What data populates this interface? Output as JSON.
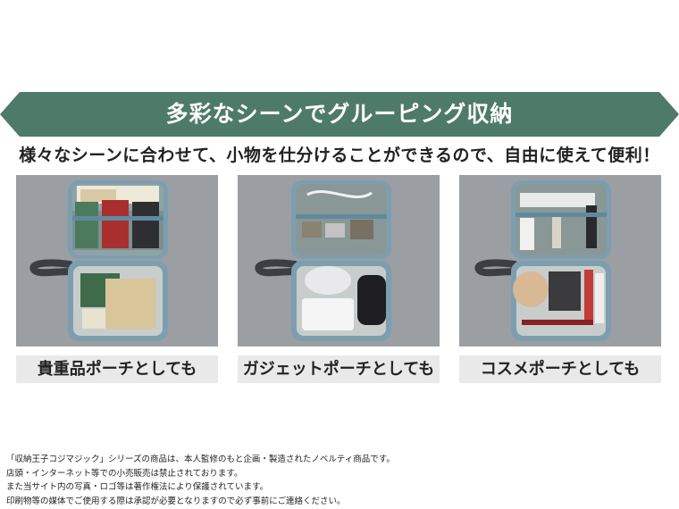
{
  "banner": {
    "title": "多彩なシーンでグルーピング収納",
    "color": "#4e7a6a"
  },
  "subtitle": "様々なシーンに合わせて、小物を仕分けることができるので、自由に使えて便利！",
  "scenes": [
    {
      "label": "貴重品ポーチとしても",
      "image": "valuables-pouch-photo"
    },
    {
      "label": "ガジェットポーチとしても",
      "image": "gadget-pouch-photo"
    },
    {
      "label": "コスメポーチとしても",
      "image": "cosmetics-pouch-photo"
    }
  ],
  "notes": [
    "「収納王子コジマジック」シリーズの商品は、本人監修のもと企画・製造されたノベルティ商品です。",
    "店頭・インターネット等での小売販売は禁止されております。",
    "また当サイト内の写真・ロゴ等は著作権法により保護されています。",
    "印刷物等の媒体でご使用する際は承認が必要となりますので必ず事前にご連絡ください。"
  ]
}
